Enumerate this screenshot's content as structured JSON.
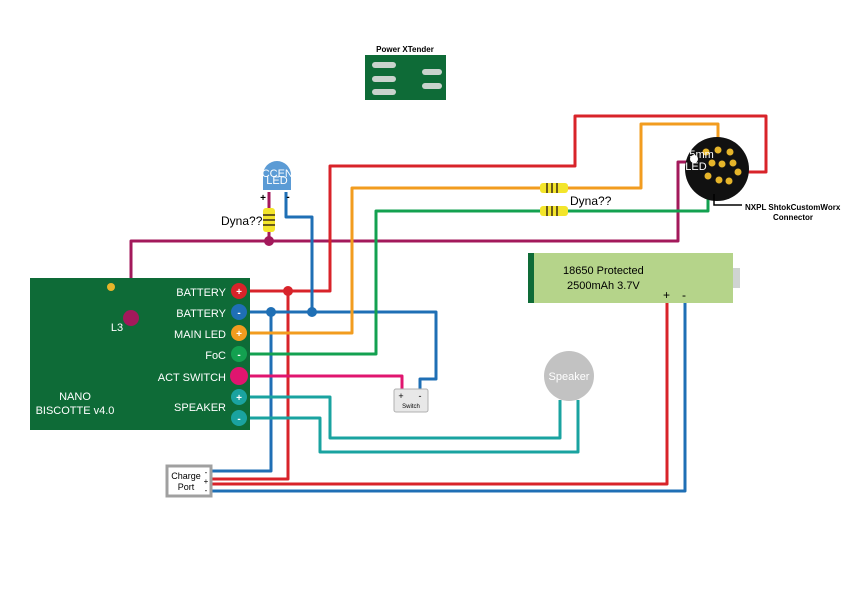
{
  "power_xtender": {
    "title": "Power XTender"
  },
  "board": {
    "name_line1": "NANO",
    "name_line2": "BISCOTTE v4.0",
    "l3_label": "L3",
    "pins": [
      {
        "label": "BATTERY",
        "symbol": "+",
        "color": "#d8232a"
      },
      {
        "label": "BATTERY",
        "symbol": "-",
        "color": "#1f6fb5"
      },
      {
        "label": "MAIN LED",
        "symbol": "+",
        "color": "#f29c1f"
      },
      {
        "label": "FoC",
        "symbol": "-",
        "color": "#13a150"
      },
      {
        "label": "ACT SWITCH",
        "symbol": "",
        "color": "#e0156f"
      },
      {
        "label": "SPEAKER",
        "symbol": "+",
        "color": "#1aa3a0"
      },
      {
        "label": "",
        "symbol": "-",
        "color": "#1aa3a0"
      }
    ],
    "board_color": "#0e6b37"
  },
  "accent_led": {
    "line1": "ACCENT",
    "line2": "LED",
    "plus": "+",
    "minus": "-",
    "color": "#5b9bd5"
  },
  "resistor_labels": {
    "left": "Dyna??",
    "right": "Dyna??"
  },
  "connector": {
    "label_line1": "NXPL ShtokCustomWorx",
    "label_line2": "Connector",
    "pin_a": "© 5mm",
    "pin_b": "LED"
  },
  "battery": {
    "line1": "18650 Protected",
    "line2": "2500mAh 3.7V",
    "plus": "+",
    "minus": "-",
    "color": "#b5d48a"
  },
  "speaker": {
    "label": "Speaker"
  },
  "switch": {
    "label": "Switch",
    "plus": "+",
    "minus": "-"
  },
  "charge_port": {
    "line1": "Charge",
    "line2": "Port",
    "minus": "-",
    "plus": "+",
    "minus2": "-"
  },
  "wire_colors": {
    "red": "#d8232a",
    "blue": "#1f6fb5",
    "orange": "#f29c1f",
    "green": "#13a150",
    "magenta": "#a3195b",
    "teal": "#1aa3a0",
    "pink": "#e0156f"
  }
}
